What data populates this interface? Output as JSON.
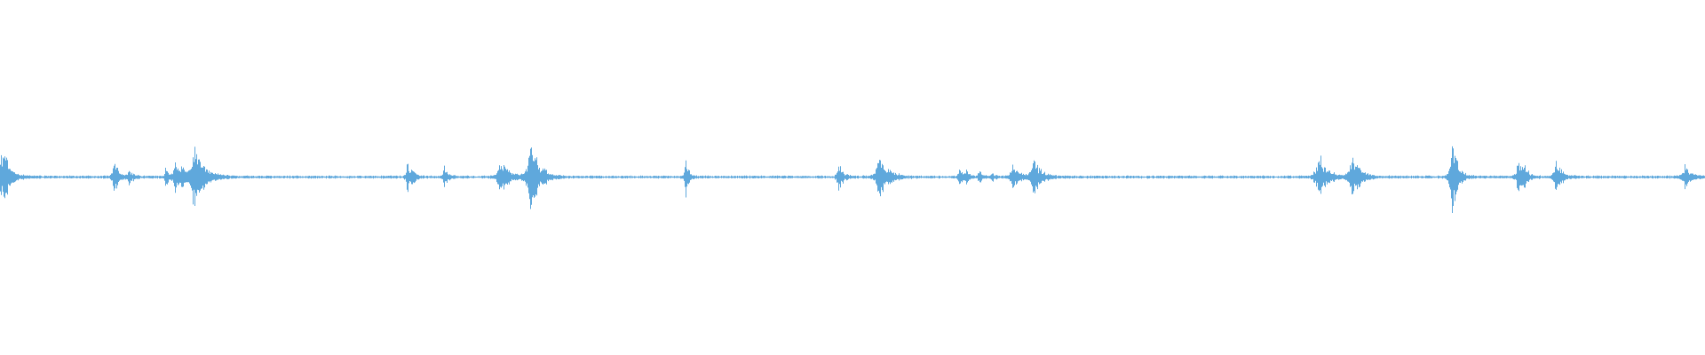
{
  "waveform": {
    "color": "#5fa8dc",
    "background": "#ffffff",
    "samples_per_view": 1920,
    "bursts": [
      {
        "t": 0.0005,
        "amp": 0.14,
        "decay": 0.004
      },
      {
        "t": 0.0025,
        "amp": 0.08,
        "decay": 0.003
      },
      {
        "t": 0.0667,
        "amp": 0.16,
        "decay": 0.002
      },
      {
        "t": 0.0755,
        "amp": 0.06,
        "decay": 0.002
      },
      {
        "t": 0.097,
        "amp": 0.08,
        "decay": 0.0015
      },
      {
        "t": 0.1025,
        "amp": 0.11,
        "decay": 0.002
      },
      {
        "t": 0.1065,
        "amp": 0.06,
        "decay": 0.003
      },
      {
        "t": 0.1135,
        "amp": 0.2,
        "decay": 0.004
      },
      {
        "t": 0.117,
        "amp": 0.05,
        "decay": 0.006
      },
      {
        "t": 0.2385,
        "amp": 0.12,
        "decay": 0.0015
      },
      {
        "t": 0.2415,
        "amp": 0.08,
        "decay": 0.0015
      },
      {
        "t": 0.2605,
        "amp": 0.08,
        "decay": 0.002
      },
      {
        "t": 0.2935,
        "amp": 0.14,
        "decay": 0.004
      },
      {
        "t": 0.311,
        "amp": 0.22,
        "decay": 0.005
      },
      {
        "t": 0.402,
        "amp": 0.16,
        "decay": 0.0015
      },
      {
        "t": 0.4915,
        "amp": 0.1,
        "decay": 0.0025
      },
      {
        "t": 0.5155,
        "amp": 0.17,
        "decay": 0.0045
      },
      {
        "t": 0.5625,
        "amp": 0.09,
        "decay": 0.0015
      },
      {
        "t": 0.5665,
        "amp": 0.06,
        "decay": 0.0015
      },
      {
        "t": 0.574,
        "amp": 0.05,
        "decay": 0.0015
      },
      {
        "t": 0.5815,
        "amp": 0.04,
        "decay": 0.0015
      },
      {
        "t": 0.5935,
        "amp": 0.1,
        "decay": 0.003
      },
      {
        "t": 0.606,
        "amp": 0.13,
        "decay": 0.004
      },
      {
        "t": 0.7735,
        "amp": 0.14,
        "decay": 0.005
      },
      {
        "t": 0.793,
        "amp": 0.17,
        "decay": 0.004
      },
      {
        "t": 0.8515,
        "amp": 0.28,
        "decay": 0.003
      },
      {
        "t": 0.89,
        "amp": 0.12,
        "decay": 0.0025
      },
      {
        "t": 0.8935,
        "amp": 0.1,
        "decay": 0.002
      },
      {
        "t": 0.9125,
        "amp": 0.12,
        "decay": 0.003
      },
      {
        "t": 0.988,
        "amp": 0.07,
        "decay": 0.004
      }
    ],
    "noise_floor": 0.008
  }
}
